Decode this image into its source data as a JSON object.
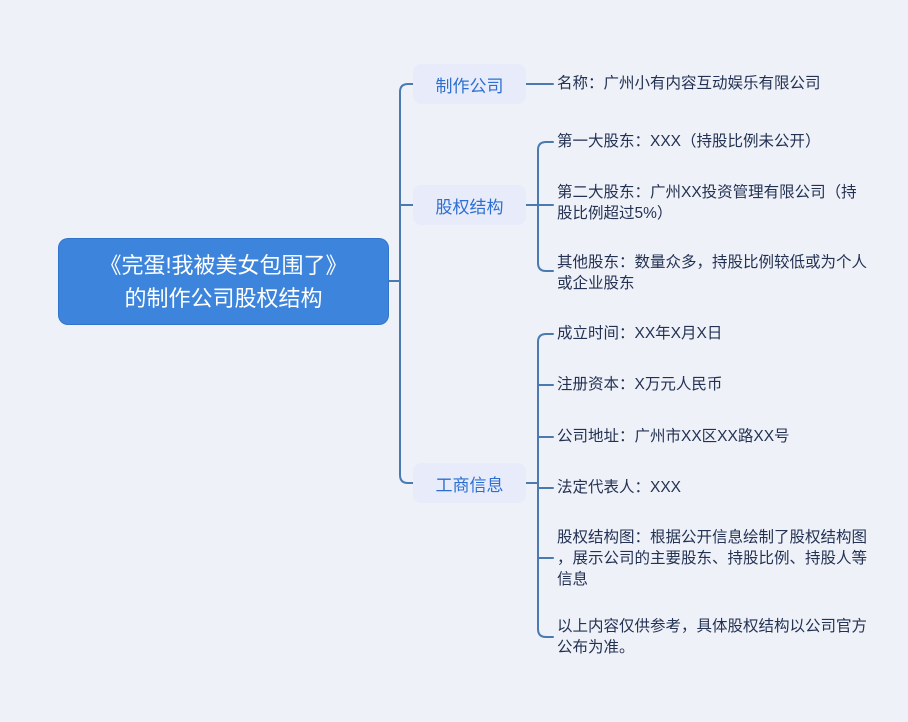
{
  "diagram": {
    "type": "mindmap",
    "colors": {
      "background": "#eff1f8",
      "root_bg": "#3d85dc",
      "root_text": "#ffffff",
      "branch_bg": "#e8ecfa",
      "branch_text": "#2d6fd1",
      "leaf_text": "#233253",
      "connector": "#4a7ab0"
    },
    "root": {
      "lines": [
        "《完蛋!我被美女包围了》",
        "的制作公司股权结构"
      ]
    },
    "branches": [
      {
        "label": "制作公司",
        "leaves": [
          "名称：广州小有内容互动娱乐有限公司"
        ]
      },
      {
        "label": "股权结构",
        "leaves": [
          "第一大股东：XXX（持股比例未公开）",
          "第二大股东：广州XX投资管理有限公司（持股比例超过5%）",
          "其他股东：数量众多，持股比例较低或为个人或企业股东"
        ]
      },
      {
        "label": "工商信息",
        "leaves": [
          "成立时间：XX年X月X日",
          "注册资本：X万元人民币",
          "公司地址：广州市XX区XX路XX号",
          "法定代表人：XXX",
          "股权结构图：根据公开信息绘制了股权结构图，展示公司的主要股东、持股比例、持股人等信息",
          "以上内容仅供参考，具体股权结构以公司官方公布为准。"
        ]
      }
    ]
  }
}
